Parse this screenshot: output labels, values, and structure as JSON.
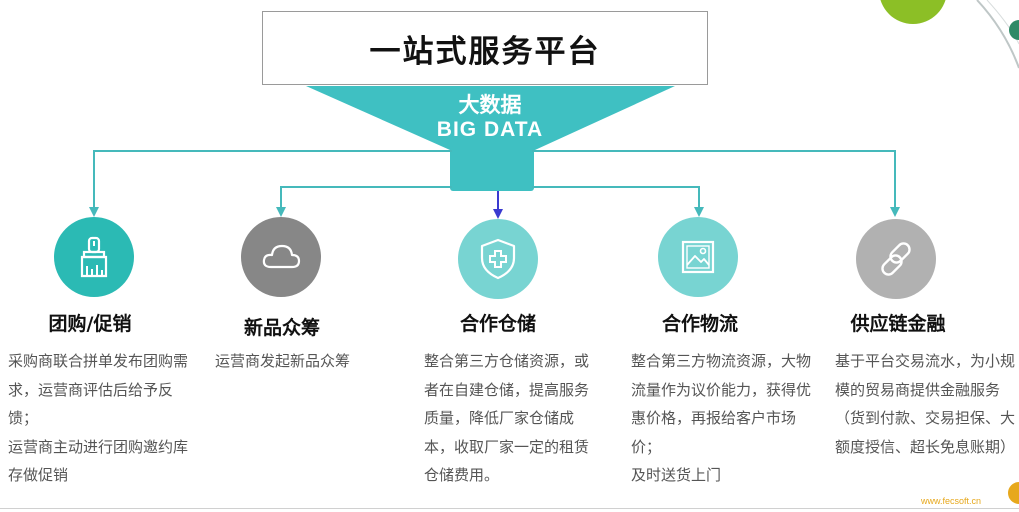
{
  "title": "一站式服务平台",
  "funnel": {
    "label_cn": "大数据",
    "label_en": "BIG DATA"
  },
  "services": [
    {
      "icon": "paintbrush-icon",
      "heading": "团购/促销",
      "lines": [
        "采购商联合拼单发布团购需求，运营商评估后给予反馈；",
        "运营商主动进行团购邀约库存做促销"
      ]
    },
    {
      "icon": "cloud-icon",
      "heading": "新品众筹",
      "lines": [
        "运营商发起新品众筹"
      ]
    },
    {
      "icon": "shield-plus-icon",
      "heading": "合作仓储",
      "lines": [
        "整合第三方仓储资源，或者在自建仓储，提高服务质量，降低厂家仓储成本，收取厂家一定的租赁仓储费用。"
      ]
    },
    {
      "icon": "image-icon",
      "heading": "合作物流",
      "lines": [
        "整合第三方物流资源，大物流量作为议价能力，获得优惠价格，再报给客户市场价；",
        "及时送货上门"
      ]
    },
    {
      "icon": "link-icon",
      "heading": "供应链金融",
      "lines": [
        "基于平台交易流水，为小规模的贸易商提供金融服务（货到付款、交易担保、大额度授信、超长免息账期）"
      ]
    }
  ],
  "watermark": "www.fecsoft.cn",
  "colors": {
    "teal": "#3fc0c2",
    "teal_line": "#45b9bb",
    "center_arrow": "#3a3ad0",
    "circle_teal": "#2bbab4",
    "circle_gray_dark": "#878787",
    "circle_teal_light": "#78d4d2",
    "circle_gray_light": "#b1b1b1",
    "accent_green": "#8cbf26",
    "accent_gold": "#e7a81c"
  }
}
